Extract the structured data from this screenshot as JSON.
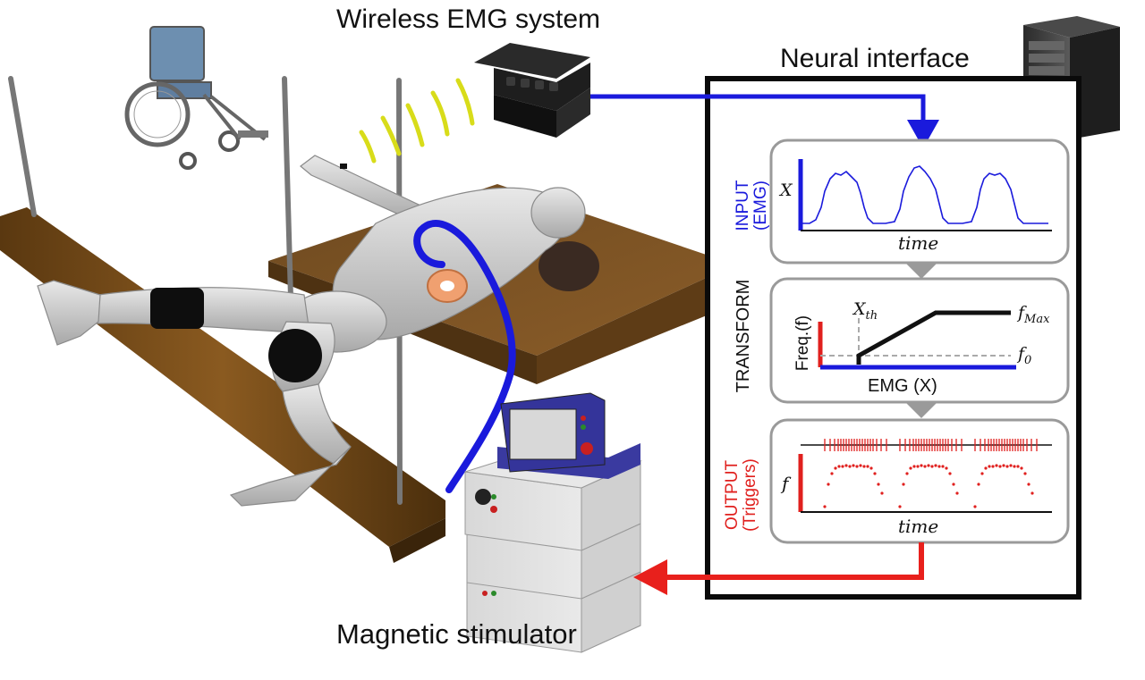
{
  "labels": {
    "wireless_emg": "Wireless EMG system",
    "neural_interface": "Neural interface",
    "magnetic_stimulator": "Magnetic stimulator"
  },
  "panels": {
    "input": {
      "title_line1": "INPUT",
      "title_line2": "(EMG)",
      "y_label": "X",
      "x_label": "time",
      "color": "#1a1adc"
    },
    "transform": {
      "title": "TRANSFORM",
      "y_label": "Freq.(f)",
      "x_label": "EMG (X)",
      "threshold_label": "X",
      "threshold_sub": "th",
      "fmax_label": "f",
      "fmax_sub": "Max",
      "f0_label": "f",
      "f0_sub": "0"
    },
    "output": {
      "title_line1": "OUTPUT",
      "title_line2": "(Triggers)",
      "y_label": "f",
      "x_label": "time",
      "color": "#e0201e"
    }
  },
  "colors": {
    "emg_wire": "#1a1adc",
    "trigger_arrow": "#e8201c",
    "emission": "#d8dc1a",
    "coil": "#f0a070",
    "bed": "#7a4e22",
    "plank": "#6a4418"
  }
}
